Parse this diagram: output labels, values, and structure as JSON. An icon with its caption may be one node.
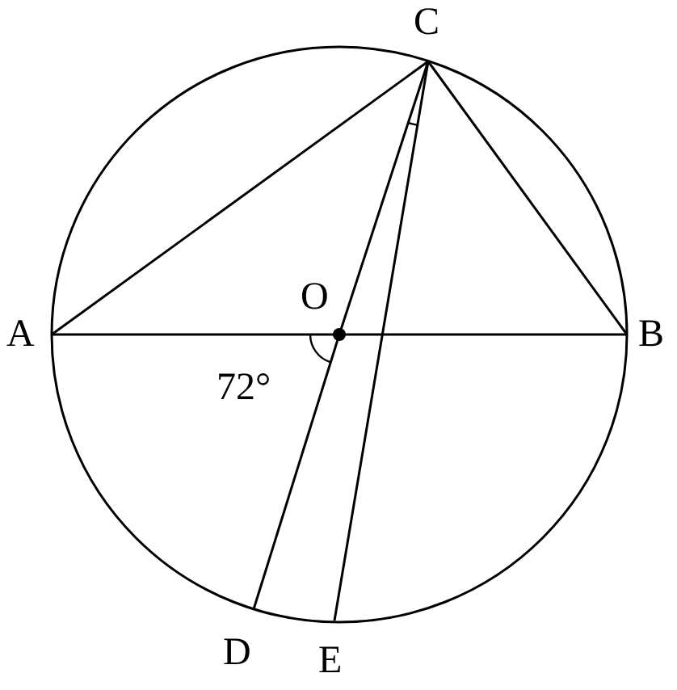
{
  "diagram": {
    "nodes": [
      {
        "text": [
          "A"
        ]
      },
      {
        "text": [
          "B"
        ]
      },
      {
        "text": [
          "C"
        ]
      },
      {
        "text": [
          "O"
        ]
      },
      {
        "text": [
          "D"
        ]
      },
      {
        "text": [
          "E"
        ]
      }
    ],
    "edges": [
      {
        "from": 0,
        "to": 2,
        "arrow": "none"
      },
      {
        "from": 2,
        "to": 1,
        "arrow": "none"
      },
      {
        "from": 0,
        "to": 3,
        "arrow": "none"
      },
      {
        "from": 3,
        "to": 1,
        "arrow": "none"
      },
      {
        "from": 2,
        "to": 3,
        "arrow": "none"
      },
      {
        "from": 3,
        "to": 4,
        "arrow": "none"
      },
      {
        "from": 2,
        "to": 5,
        "arrow": "none"
      }
    ],
    "labels": [
      "72°"
    ]
  }
}
